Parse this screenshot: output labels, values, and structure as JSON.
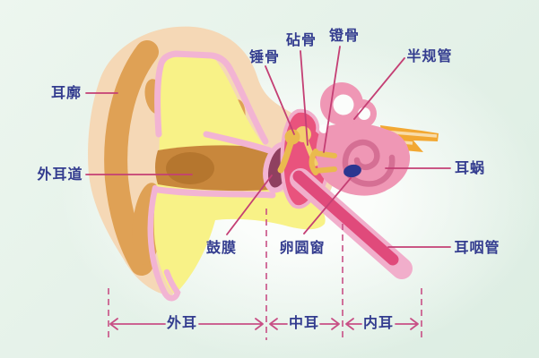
{
  "diagram": {
    "subject": "human-ear-anatomy-cross-section",
    "part_labels": [
      {
        "key": "auricle",
        "text": "耳廓"
      },
      {
        "key": "ear-canal",
        "text": "外耳道"
      },
      {
        "key": "malleus",
        "text": "锤骨"
      },
      {
        "key": "incus",
        "text": "砧骨"
      },
      {
        "key": "stapes",
        "text": "镫骨"
      },
      {
        "key": "semicircular-canals",
        "text": "半规管"
      },
      {
        "key": "cochlea",
        "text": "耳蜗"
      },
      {
        "key": "eardrum",
        "text": "鼓膜"
      },
      {
        "key": "oval-window",
        "text": "卵圆窗"
      },
      {
        "key": "eustachian-tube",
        "text": "耳咽管"
      }
    ],
    "region_labels": [
      {
        "key": "outer-ear",
        "text": "外耳"
      },
      {
        "key": "middle-ear",
        "text": "中耳"
      },
      {
        "key": "inner-ear",
        "text": "内耳"
      }
    ]
  },
  "colors": {
    "bg1": "#edf6ef",
    "bg2": "#dcede2",
    "glow": "#fbfdfb",
    "skin": "#f5d8b6",
    "shade": "#dfa155",
    "canal": "#c8873c",
    "canaldark": "#b5762e",
    "border": "#f2b4d3",
    "yellow": "#f8f287",
    "midear": "#e9537d",
    "midedge": "#f1aecb",
    "inear": "#ef97b5",
    "spiral": "#d56f94",
    "ossicle": "#eaba4e",
    "ossicle2": "#f3cf6e",
    "drum": "#8f4060",
    "window": "#2b3690",
    "nerve": "#f2a833",
    "stripe": "#f8dcaa",
    "tube": "#e04a7b",
    "text": "#333c8f",
    "line": "#c43f74",
    "dash": "#c84f85"
  }
}
